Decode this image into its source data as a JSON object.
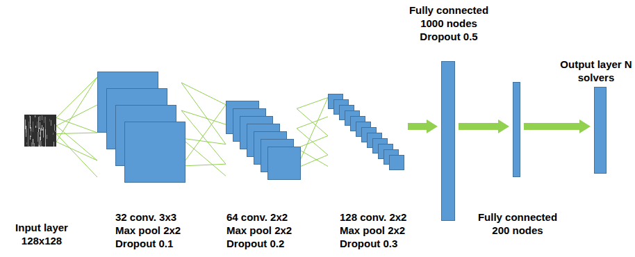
{
  "diagram": {
    "nodes": [
      {
        "text": [
          "Input layer 128x128"
        ]
      },
      {
        "text": [
          "32 conv. 3x3 Max pool 2x2 Dropout 0.1"
        ]
      },
      {
        "text": [
          "64 conv. 2x2 Max pool 2x2 Dropout 0.2"
        ]
      },
      {
        "text": [
          "128 conv. 2x2 Max pool 2x2 Dropout 0.3"
        ]
      },
      {
        "text": [
          "Fully connected 1000 nodes Dropout 0.5"
        ]
      },
      {
        "text": [
          "Fully connected 200 nodes"
        ]
      },
      {
        "text": [
          "Output layer N solvers"
        ]
      }
    ],
    "edges": [
      {
        "from": 0,
        "to": 1,
        "arrow": "none"
      },
      {
        "from": 1,
        "to": 2,
        "arrow": "none"
      },
      {
        "from": 2,
        "to": 3,
        "arrow": "none"
      },
      {
        "from": 3,
        "to": 4,
        "arrow": "to"
      },
      {
        "from": 4,
        "to": 5,
        "arrow": "to"
      },
      {
        "from": 5,
        "to": 6,
        "arrow": "to"
      }
    ]
  }
}
